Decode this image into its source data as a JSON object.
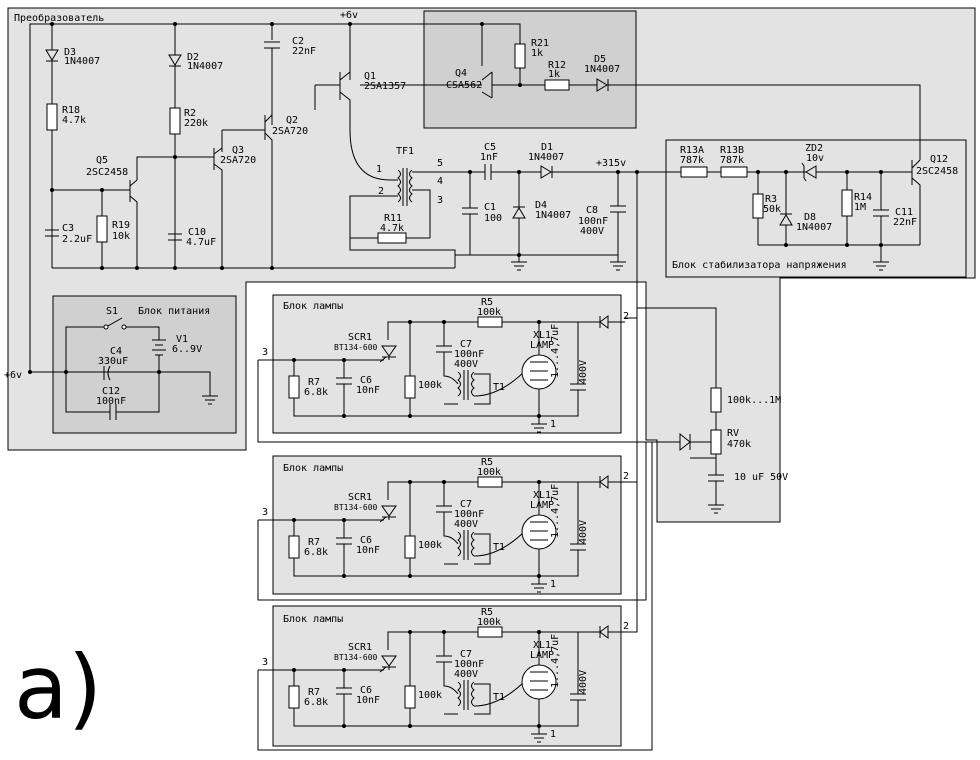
{
  "blocks": {
    "converter": "Преобразователь",
    "power": "Блок питания",
    "stabilizer": "Блок стабилизатора напряжения",
    "lamp1": "Блок лампы",
    "lamp2": "Блок лампы",
    "lamp3": "Блок лампы"
  },
  "rails": {
    "v6_top": "+6v",
    "v6_left": "+6v",
    "v315": "+315v"
  },
  "figure_label": "a)",
  "converter": {
    "D3": [
      "D3",
      "1N4007"
    ],
    "D2": [
      "D2",
      "1N4007"
    ],
    "C2": [
      "C2",
      "22nF"
    ],
    "R21": [
      "R21",
      "1k"
    ],
    "R12": [
      "R12",
      "1k"
    ],
    "D5": [
      "D5",
      "1N4007"
    ],
    "Q1": [
      "Q1",
      "2SA1357"
    ],
    "Q4": [
      "Q4",
      "CSA562"
    ],
    "Q2": [
      "Q2",
      "2SA720"
    ],
    "Q3": [
      "Q3",
      "2SA720"
    ],
    "R18": [
      "R18",
      "4.7k"
    ],
    "R2": [
      "R2",
      "220k"
    ],
    "Q5": [
      "Q5",
      "2SC2458"
    ],
    "C3": [
      "C3",
      "2.2uF"
    ],
    "R19": [
      "R19",
      "10k"
    ],
    "C10": [
      "C10",
      "4.7uF"
    ],
    "TF1": "TF1",
    "R11": [
      "R11",
      "4.7k"
    ],
    "C5": [
      "C5",
      "1nF"
    ],
    "D1": [
      "D1",
      "1N4007"
    ],
    "C1": [
      "C1",
      "100"
    ],
    "D4": [
      "D4",
      "1N4007"
    ],
    "C8": [
      "C8",
      "100nF",
      "400V"
    ],
    "pins": [
      "1",
      "2",
      "3",
      "4",
      "5"
    ]
  },
  "stabilizer": {
    "R13A": [
      "R13A",
      "787k"
    ],
    "R13B": [
      "R13B",
      "787k"
    ],
    "ZD2": [
      "ZD2",
      "10v"
    ],
    "Q12": [
      "Q12",
      "2SC2458"
    ],
    "R3": [
      "R3",
      "50k"
    ],
    "D8": [
      "D8",
      "1N4007"
    ],
    "R14": [
      "R14",
      "1M"
    ],
    "C11": [
      "C11",
      "22nF"
    ]
  },
  "power": {
    "S1": "S1",
    "V1": [
      "V1",
      "6..9V"
    ],
    "C4": [
      "C4",
      "330uF"
    ],
    "C12": [
      "C12",
      "100nF"
    ]
  },
  "control": {
    "r_top": "100k...1M",
    "RV": [
      "RV",
      "470k"
    ],
    "cap": "10 uF 50V"
  },
  "lamp": {
    "R5": [
      "R5",
      "100k"
    ],
    "SCR1": [
      "SCR1",
      "BT134-600"
    ],
    "C7": [
      "C7",
      "100nF",
      "400V"
    ],
    "XL1": [
      "XL1",
      "LAMP"
    ],
    "R7": [
      "R7",
      "6.8k"
    ],
    "C6": [
      "C6",
      "10nF"
    ],
    "R100k": "100k",
    "T1": "T1",
    "Ccap": "1...4,7uF",
    "Cv": "400V",
    "pins": [
      "1",
      "2",
      "3"
    ]
  },
  "colors": {
    "block_fill": "#e3e3e3",
    "block_fill_dark": "#d0d0d0",
    "line": "#000000"
  }
}
